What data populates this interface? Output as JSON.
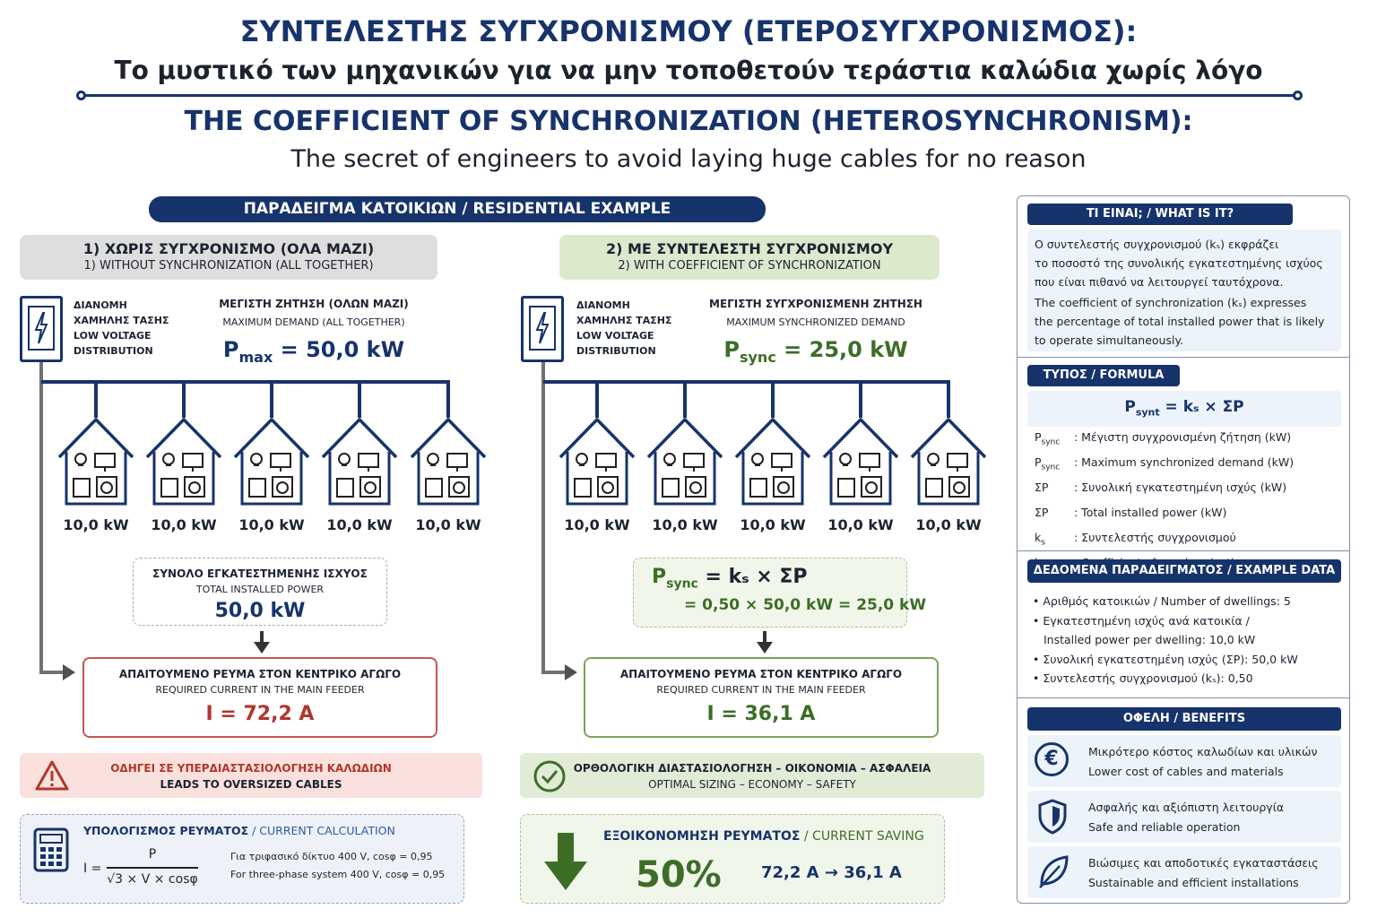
{
  "header": {
    "title_gr": "ΣΥΝΤΕΛΕΣΤΗΣ ΣΥΓΧΡΟΝΙΣΜΟΥ (ΕΤΕΡΟΣΥΓΧΡΟΝΙΣΜΟΣ):",
    "subtitle_gr": "Το μυστικό των μηχανικών για να μην τοποθετούν τεράστια καλώδια χωρίς λόγο",
    "title_en": "THE COEFFICIENT OF SYNCHRONIZATION (HETEROSYNCHRONISM):",
    "subtitle_en": "The secret of engineers to avoid laying huge cables for no reason"
  },
  "example_label": "ΠΑΡΑΔΕΙΓΜΑ ΚΑΤΟΙΚΙΩΝ / RESIDENTIAL EXAMPLE",
  "case1": {
    "title_gr": "1) ΧΩΡΙΣ ΣΥΓΧΡΟΝΙΣΜΟ (ΟΛΑ ΜΑΖΙ)",
    "title_en": "1) WITHOUT SYNCHRONIZATION (ALL TOGETHER)",
    "dist_lines": [
      "ΔΙΑΝΟΜΗ",
      "ΧΑΜΗΛΗΣ ΤΑΣΗΣ",
      "LOW VOLTAGE",
      "DISTRIBUTION"
    ],
    "demand_gr": "ΜΕΓΙΣΤΗ ΖΗΤΗΣΗ (ΟΛΩΝ ΜΑΖΙ)",
    "demand_en": "MAXIMUM DEMAND (ALL TOGETHER)",
    "p_symbol": "P",
    "p_sub": "max",
    "p_value": "= 50,0 kW",
    "houses": [
      "10,0 kW",
      "10,0 kW",
      "10,0 kW",
      "10,0 kW",
      "10,0 kW"
    ],
    "total_gr": "ΣΥΝΟΛΟ ΕΓΚΑΤΕΣΤΗΜΕΝΗΣ ΙΣΧΥΟΣ",
    "total_en": "TOTAL INSTALLED POWER",
    "total_value": "50,0 kW",
    "current_gr": "ΑΠΑΙΤΟΥΜΕΝΟ ΡΕΥΜΑ ΣΤΟΝ ΚΕΝΤΡΙΚΟ ΑΓΩΓΟ",
    "current_en": "REQUIRED CURRENT IN THE MAIN FEEDER",
    "current_value": "I = 72,2 A",
    "warning_gr": "ΟΔΗΓΕΙ ΣΕ ΥΠΕΡΔΙΑΣΤΑΣΙΟΛΟΓΗΣΗ ΚΑΛΩΔΙΩΝ",
    "warning_en": "LEADS TO OVERSIZED CABLES"
  },
  "case2": {
    "title_gr": "2) ΜΕ ΣΥΝΤΕΛΕΣΤΗ ΣΥΓΧΡΟΝΙΣΜΟΥ",
    "title_en": "2) WITH COEFFICIENT OF SYNCHRONIZATION",
    "dist_lines": [
      "ΔΙΑΝΟΜΗ",
      "ΧΑΜΗΛΗΣ ΤΑΣΗΣ",
      "LOW VOLTAGE",
      "DISTRIBUTION"
    ],
    "demand_gr": "ΜΕΓΙΣΤΗ ΣΥΓΧΡΟΝΙΣΜΕΝΗ ΖΗΤΗΣΗ",
    "demand_en": "MAXIMUM SYNCHRONIZED DEMAND",
    "p_symbol": "P",
    "p_sub": "sync",
    "p_value": "= 25,0 kW",
    "houses": [
      "10,0 kW",
      "10,0 kW",
      "10,0 kW",
      "10,0 kW",
      "10,0 kW"
    ],
    "formula_main": "= kₛ × ΣP",
    "formula_calc": "= 0,50 × 50,0 kW = 25,0 kW",
    "current_gr": "ΑΠΑΙΤΟΥΜΕΝΟ ΡΕΥΜΑ ΣΤΟΝ ΚΕΝΤΡΙΚΟ ΑΓΩΓΟ",
    "current_en": "REQUIRED CURRENT IN THE MAIN FEEDER",
    "current_value": "I = 36,1 A",
    "ok_gr": "ΟΡΘΟΛΟΓΙΚΗ ΔΙΑΣΤΑΣΙΟΛΟΓΗΣΗ – ΟΙΚΟΝΟΜΙΑ – ΑΣΦΑΛΕΙΑ",
    "ok_en": "OPTIMAL SIZING – ECONOMY – SAFETY"
  },
  "calc": {
    "title_gr": "ΥΠΟΛΟΓΙΣΜΟΣ ΡΕΥΜΑΤΟΣ",
    "title_en": "/ CURRENT CALCULATION",
    "lhs": "I =",
    "numerator": "P",
    "denominator": "√3 × V × cosφ",
    "note_gr": "Για τριφασικό δίκτυο 400 V, cosφ = 0,95",
    "note_en": "For three-phase system 400 V, cosφ = 0,95"
  },
  "saving": {
    "title_gr": "ΕΞΟΙΚΟΝΟΜΗΣΗ ΡΕΥΜΑΤΟΣ",
    "title_en": "/ CURRENT SAVING",
    "percent": "50%",
    "detail": "72,2 A → 36,1 A"
  },
  "sidebar": {
    "what_title": "ΤΙ ΕΙΝΑΙ; / WHAT IS IT?",
    "what_gr": [
      "Ο συντελεστής συγχρονισμού (kₛ) εκφράζει",
      "το ποσοστό της συνολικής εγκατεστημένης ισχύος",
      "που είναι πιθανό να λειτουργεί ταυτόχρονα."
    ],
    "what_en": [
      "The coefficient of synchronization (kₛ) expresses",
      "the percentage of total installed power that is likely",
      "to operate simultaneously."
    ],
    "formula_title": "ΤΥΠΟΣ / FORMULA",
    "formula_sym": "P",
    "formula_sub": "synt",
    "formula_rhs": "= kₛ × ΣP",
    "defs": [
      {
        "sym": "P",
        "sub": "sync",
        "text": ": Μέγιστη συγχρονισμένη ζήτηση (kW)"
      },
      {
        "sym": "P",
        "sub": "sync",
        "text": ": Maximum synchronized demand (kW)"
      },
      {
        "sym": "ΣP",
        "sub": "",
        "text": ": Συνολική εγκατεστημένη ισχύς (kW)"
      },
      {
        "sym": "ΣP",
        "sub": "",
        "text": ": Total installed power (kW)"
      },
      {
        "sym": "k",
        "sub": "s",
        "text": ": Συντελεστής συγχρονισμού"
      },
      {
        "sym": "k",
        "sub": "s",
        "text": ": Coefficient of synchronization"
      }
    ],
    "data_title": "ΔΕΔΟΜΕΝΑ ΠΑΡΑΔΕΙΓΜΑΤΟΣ / EXAMPLE DATA",
    "data": [
      "Αριθμός κατοικιών / Number of dwellings: 5",
      "Εγκατεστημένη ισχύς ανά κατοικία /",
      "Installed power per dwelling: 10,0 kW",
      "Συνολική εγκατεστημένη ισχύς (ΣP): 50,0 kW",
      "Συντελεστής συγχρονισμού (kₛ): 0,50"
    ],
    "benefits_title": "ΟΦΕΛΗ / BENEFITS",
    "benefits": [
      {
        "gr": "Μικρότερο κόστος καλωδίων και υλικών",
        "en": "Lower cost of cables and materials",
        "icon": "euro-icon"
      },
      {
        "gr": "Ασφαλής και αξιόπιστη λειτουργία",
        "en": "Safe and reliable operation",
        "icon": "shield-icon"
      },
      {
        "gr": "Βιώσιμες και αποδοτικές εγκαταστάσεις",
        "en": "Sustainable and efficient installations",
        "icon": "leaf-icon"
      }
    ]
  },
  "colors": {
    "navy": "#17336b",
    "red": "#b1362b",
    "green": "#3d6e27",
    "gray_head": "#dedede",
    "green_head": "#dde9cd"
  }
}
